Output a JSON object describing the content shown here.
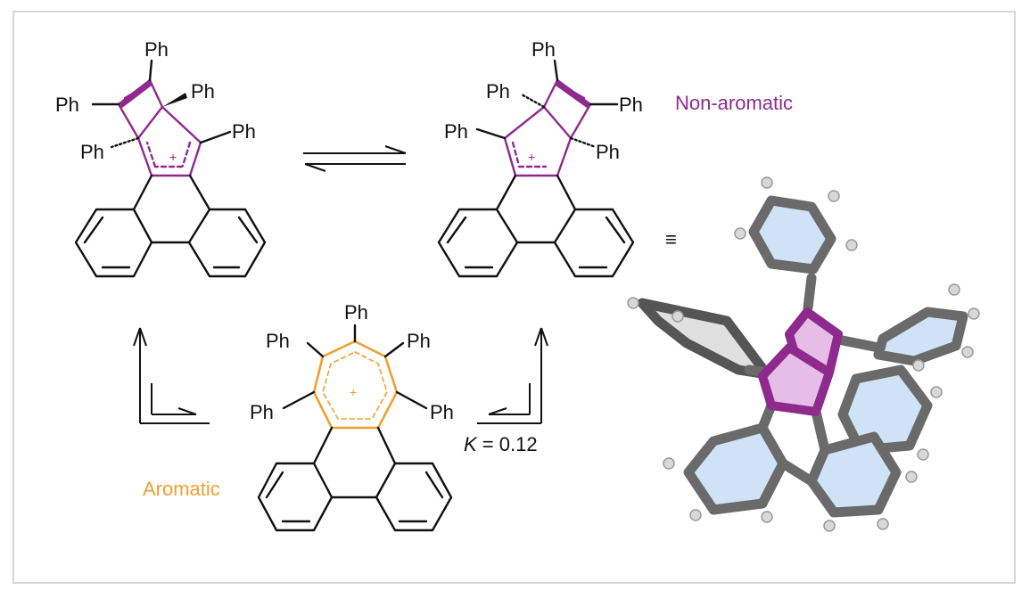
{
  "labels": {
    "ph": "Ph",
    "non_aromatic": "Non-aromatic",
    "aromatic": "Aromatic",
    "k_symbol": "K",
    "k_value": " = 0.12",
    "plus": "+",
    "equiv": "≡"
  },
  "colors": {
    "purple": "#8e2a8e",
    "orange": "#f0a030",
    "black": "#111111",
    "carbon": "#6a6a6a",
    "ring_fill": "#cfe2f6",
    "core_fill": "#e6bde6",
    "hydrogen": "#d8d8d8"
  }
}
